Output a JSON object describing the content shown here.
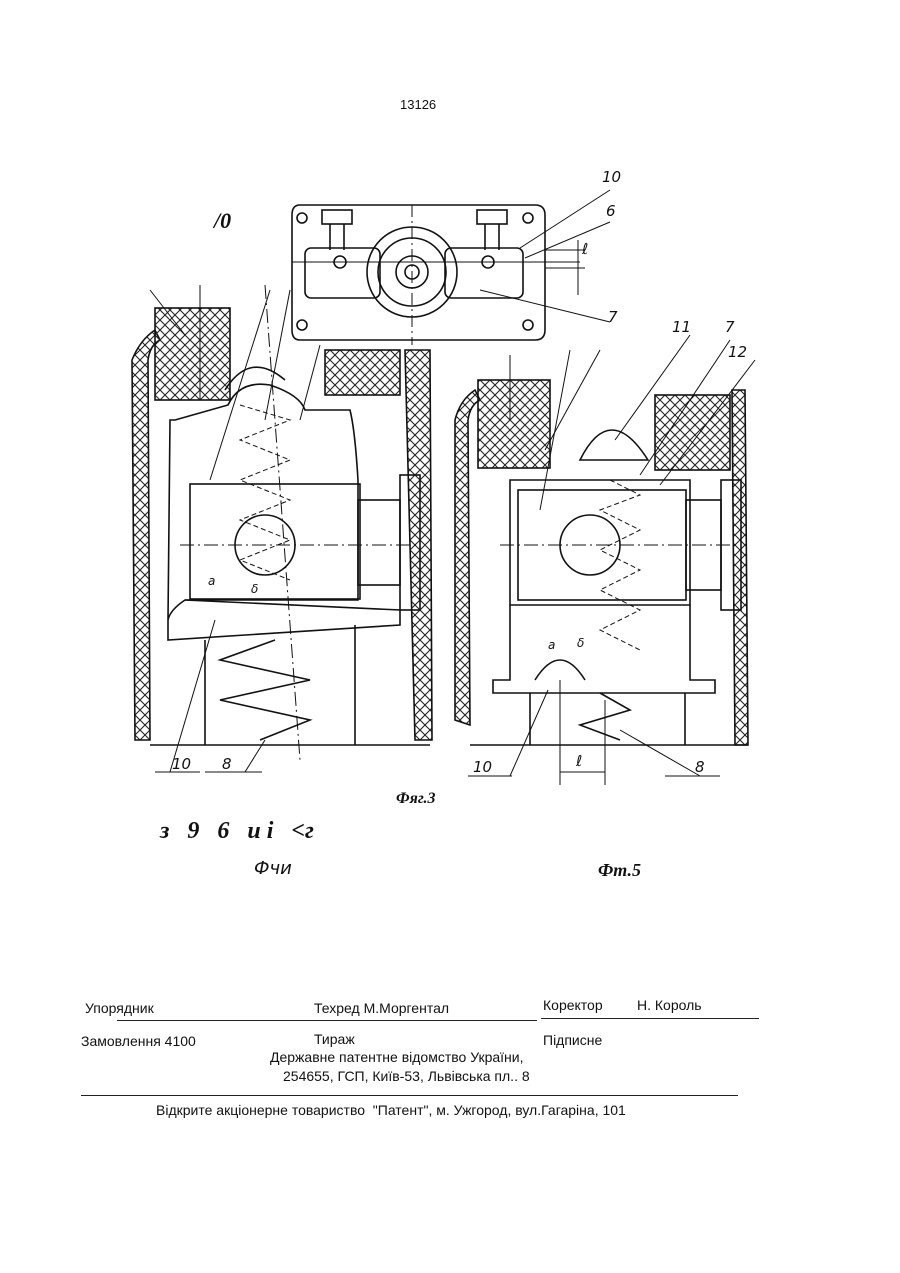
{
  "page_number": "13126",
  "figure": {
    "top_label": "/0",
    "callouts_top": [
      "10",
      "6",
      "7",
      "ℓ"
    ],
    "callouts_mid": [
      "11",
      "7",
      "12"
    ],
    "callouts_bottom_left": [
      "10",
      "8"
    ],
    "callouts_bottom_right": [
      "10",
      "8",
      "ℓ"
    ],
    "small_left": [
      "a",
      "δ"
    ],
    "small_right": [
      "a",
      "δ"
    ],
    "caption_fig3": "Фяг.3",
    "garbled_line": "з   9   6   и і   <г",
    "caption_fig4": "Фчи",
    "caption_fig5": "Фт.5"
  },
  "imprint": {
    "compiler_label": "Упорядник",
    "techred": "Техред М.Моргентал",
    "corrector_label": "Коректор",
    "corrector_name": "Н. Король",
    "order": "Замовлення 4100",
    "circulation": "Тираж",
    "subscription": "Підписне",
    "office_line1": "Державне патентне відомство України,",
    "office_line2": "254655, ГСП, Київ-53, Львівська пл.. 8",
    "publisher": "Відкрите акціонерне товариство  \"Патент\", м. Ужгород, вул.Гагаріна, 101"
  }
}
